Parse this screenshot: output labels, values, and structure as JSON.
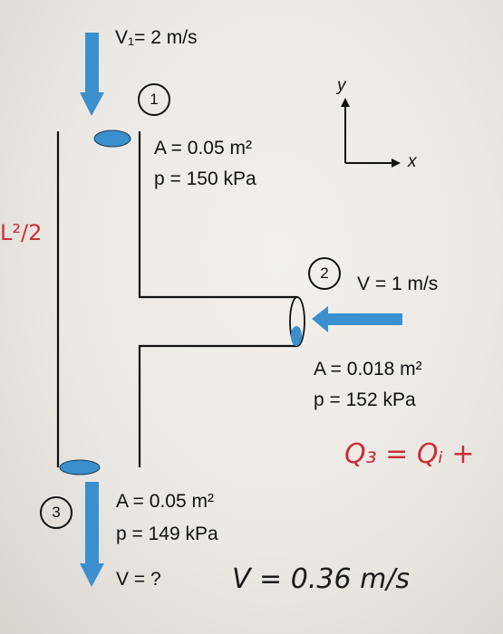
{
  "figure": {
    "colors": {
      "pipe": "#111111",
      "flow_blue": "#3a8fcf",
      "ink_red": "#c8303a"
    },
    "axes": {
      "y_label": "y",
      "x_label": "x"
    },
    "section1": {
      "number": "1",
      "velocity": "V₁= 2 m/s",
      "area": "A = 0.05 m²",
      "pressure": "p = 150 kPa"
    },
    "section2": {
      "number": "2",
      "velocity": "V = 1 m/s",
      "area": "A = 0.018 m²",
      "pressure": "p = 152 kPa"
    },
    "section3": {
      "number": "3",
      "area": "A = 0.05 m²",
      "pressure": "p = 149 kPa",
      "velocity": "V = ?"
    },
    "handwriting": {
      "margin_note": "L²/2",
      "flow_equation": "Q₃ = Qᵢ +",
      "answer": "V = 0.36 m/s"
    }
  }
}
